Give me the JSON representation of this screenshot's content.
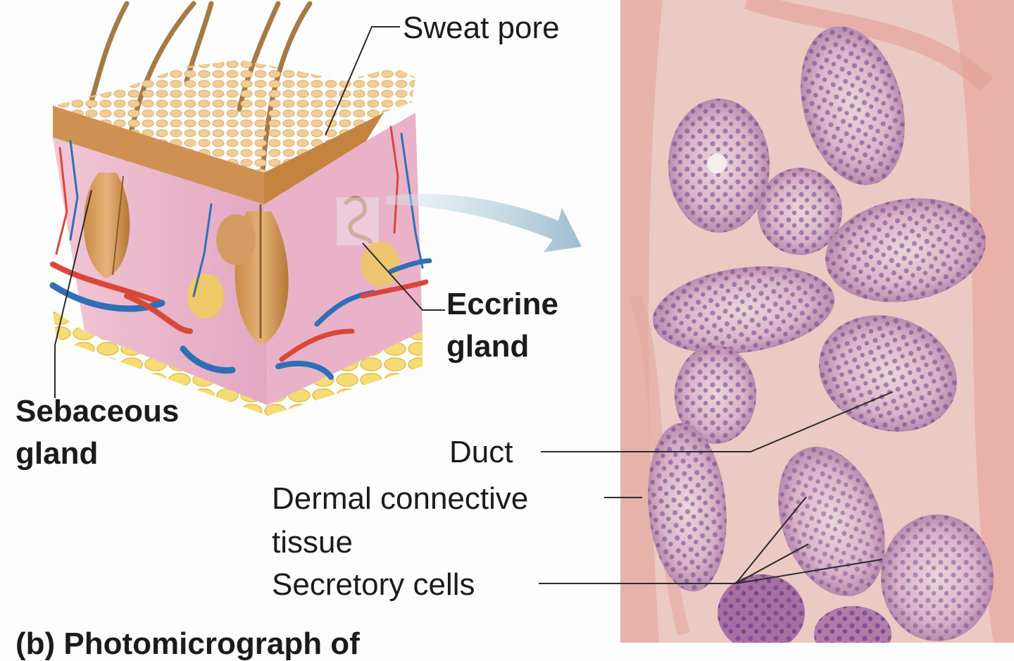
{
  "figure": {
    "panel_a": {
      "type": "skin-cross-section-illustration",
      "labels": {
        "sweat_pore": "Sweat pore",
        "eccrine_gland_line1": "Eccrine",
        "eccrine_gland_line2": "gland",
        "sebaceous_gland_line1": "Sebaceous",
        "sebaceous_gland_line2": "gland"
      },
      "colors": {
        "epidermis": "#d9a566",
        "dermis": "#eab3c8",
        "fat": "#f2d66a",
        "artery": "#d9473a",
        "vein": "#2e6fb8",
        "hair": "#a67c4a"
      }
    },
    "arrow": {
      "icon": "curved-arrow-icon",
      "color": "#a9c6d6"
    },
    "panel_b": {
      "type": "photomicrograph",
      "labels": {
        "duct": "Duct",
        "dermal_line1": "Dermal connective",
        "dermal_line2": "tissue",
        "secretory_cells": "Secretory cells"
      },
      "colors": {
        "stroma": "#ecc6c0",
        "collagen": "#e8a6a0",
        "gland_cytoplasm": "#dcb8cc",
        "nuclei": "#6b3f86"
      }
    },
    "caption": "(b) Photomicrograph of"
  }
}
